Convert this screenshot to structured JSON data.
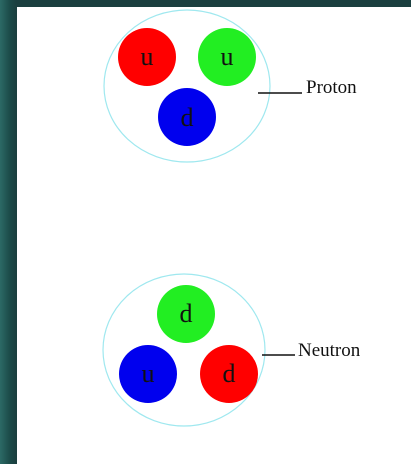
{
  "diagram": {
    "colors": {
      "red": "#ff0000",
      "green": "#22ee22",
      "blue": "#0000ee",
      "outline": "#9fe8ef",
      "background": "#ffffff"
    },
    "proton": {
      "label": "Proton",
      "quarks": [
        {
          "letter": "u",
          "color": "red"
        },
        {
          "letter": "u",
          "color": "green"
        },
        {
          "letter": "d",
          "color": "blue"
        }
      ]
    },
    "neutron": {
      "label": "Neutron",
      "quarks": [
        {
          "letter": "d",
          "color": "green"
        },
        {
          "letter": "u",
          "color": "blue"
        },
        {
          "letter": "d",
          "color": "red"
        }
      ]
    }
  }
}
